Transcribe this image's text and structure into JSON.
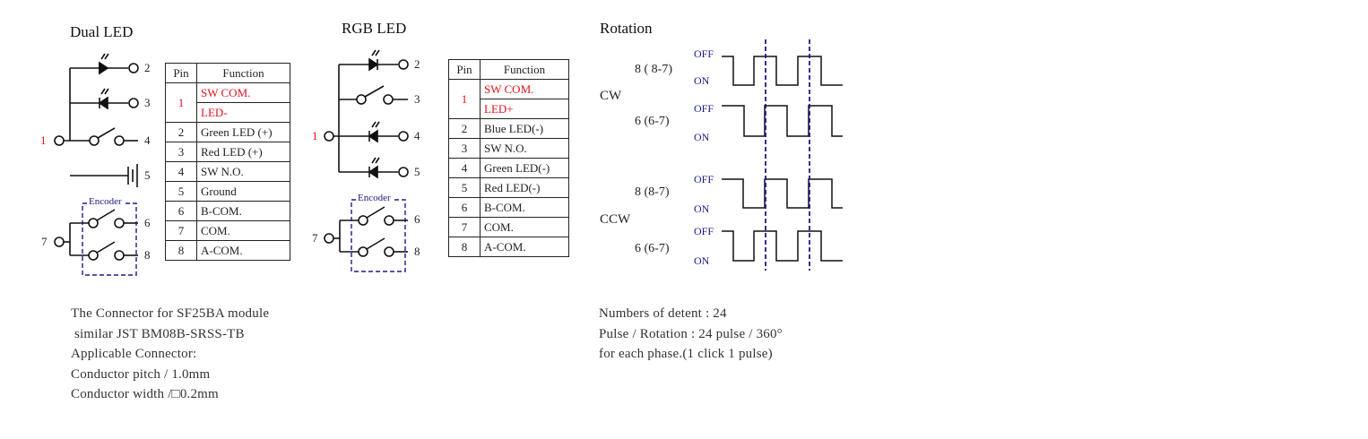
{
  "dual_led": {
    "title": "Dual LED",
    "pin_labels": [
      "2",
      "3",
      "4",
      "5",
      "6",
      "8",
      "1",
      "7"
    ],
    "encoder_label": "Encoder",
    "table": {
      "headers": [
        "Pin",
        "Function"
      ],
      "pin1": "1",
      "pin1_functions": [
        "SW COM.",
        "LED-"
      ],
      "rows": [
        {
          "pin": "2",
          "function": "Green LED (+)"
        },
        {
          "pin": "3",
          "function": "Red LED (+)"
        },
        {
          "pin": "4",
          "function": "SW N.O."
        },
        {
          "pin": "5",
          "function": "Ground"
        },
        {
          "pin": "6",
          "function": "B-COM."
        },
        {
          "pin": "7",
          "function": "COM."
        },
        {
          "pin": "8",
          "function": "A-COM."
        }
      ]
    },
    "note_lines": [
      "The Connector for SF25BA module",
      " similar JST BM08B-SRSS-TB",
      "Applicable Connector:",
      "Conductor pitch / 1.0mm",
      "Conductor width /□0.2mm"
    ]
  },
  "rgb_led": {
    "title": "RGB LED",
    "pin_labels": [
      "2",
      "3",
      "4",
      "5",
      "6",
      "8",
      "1",
      "7"
    ],
    "encoder_label": "Encoder",
    "table": {
      "headers": [
        "Pin",
        "Function"
      ],
      "pin1": "1",
      "pin1_functions": [
        "SW COM.",
        "LED+"
      ],
      "rows": [
        {
          "pin": "2",
          "function": "Blue LED(-)"
        },
        {
          "pin": "3",
          "function": "SW N.O."
        },
        {
          "pin": "4",
          "function": "Green LED(-)"
        },
        {
          "pin": "5",
          "function": "Red LED(-)"
        },
        {
          "pin": "6",
          "function": "B-COM."
        },
        {
          "pin": "7",
          "function": "COM."
        },
        {
          "pin": "8",
          "function": "A-COM."
        }
      ]
    }
  },
  "rotation": {
    "title": "Rotation",
    "cw_label": "CW",
    "ccw_label": "CCW",
    "signals": [
      {
        "name": "8 ( 8-7)",
        "off": "OFF",
        "on": "ON"
      },
      {
        "name": "6 (6-7)",
        "off": "OFF",
        "on": "ON"
      },
      {
        "name": "8 (8-7)",
        "off": "OFF",
        "on": "ON"
      },
      {
        "name": "6 (6-7)",
        "off": "OFF",
        "on": "ON"
      }
    ],
    "note_lines": [
      "Numbers of detent : 24",
      "Pulse / Rotation : 24 pulse / 360°",
      "for each phase.(1 click 1 pulse)"
    ],
    "colors": {
      "guide_line": "#1b1b8c",
      "state_text": "#1b1b8c"
    }
  }
}
